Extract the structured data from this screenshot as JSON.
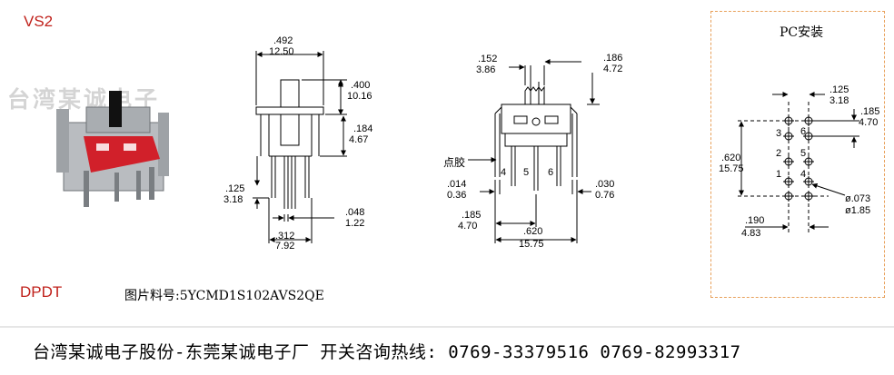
{
  "header": {
    "model": "VS2",
    "pole_type": "DPDT",
    "watermark": "台湾某诚电子"
  },
  "part_number": "图片料号:5YCMD1S102AVS2QE",
  "footer": "台湾某诚电子股份-东莞某诚电子厂 开关咨询热线: 0769-33379516 0769-82993317",
  "side_view": {
    "body_width": [
      ".492",
      "12.50"
    ],
    "actuator_height": [
      ".400",
      "10.16"
    ],
    "body_height": [
      ".184",
      "4.67"
    ],
    "pin_length": [
      ".125",
      "3.18"
    ],
    "pin_width": [
      ".048",
      "1.22"
    ],
    "pin_row": [
      ".312",
      "7.92"
    ]
  },
  "front_view": {
    "actuator_width": [
      ".152",
      "3.86"
    ],
    "actuator_travel": [
      ".186",
      "4.72"
    ],
    "glue_label": "点胶",
    "pin_numbers": [
      "4",
      "5",
      "6"
    ],
    "pin_thickness": [
      ".014",
      "0.36"
    ],
    "pin_pitch": [
      ".185",
      "4.70"
    ],
    "pin_span": [
      ".620",
      "15.75"
    ],
    "pin_gap": [
      ".030",
      "0.76"
    ]
  },
  "pc_mount": {
    "title": "PC安装",
    "pitch_x": [
      ".125",
      "3.18"
    ],
    "pitch_y": [
      ".185",
      "4.70"
    ],
    "row_span": [
      ".620",
      "15.75"
    ],
    "hole_dia": [
      "ø.073",
      "ø1.85"
    ],
    "col_offset": [
      ".190",
      "4.83"
    ],
    "hole_numbers": [
      "3",
      "6",
      "2",
      "5",
      "1",
      "4"
    ]
  },
  "colors": {
    "model_red": "#c0211b",
    "dashed_border": "#e8a05a",
    "line": "#000000"
  }
}
